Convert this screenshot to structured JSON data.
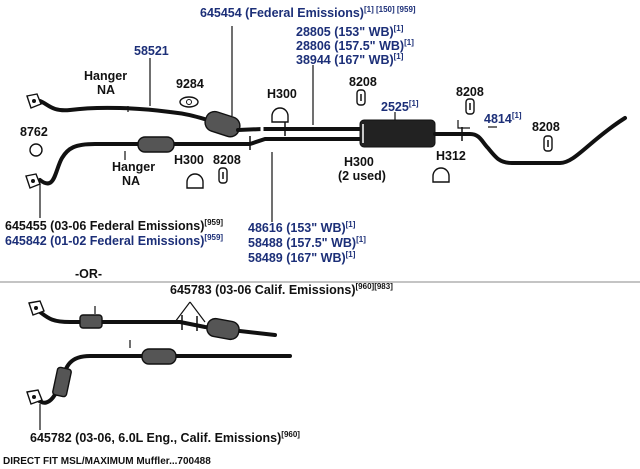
{
  "diagram": {
    "labels": {
      "p645454": "645454 (Federal Emissions)",
      "p645454_refs": "[1] [150] [959]",
      "p58521": "58521",
      "hanger_top": "Hanger",
      "na_top": "NA",
      "p9284": "9284",
      "p28805": "28805 (153\" WB)",
      "p28806": "28806 (157.5\" WB)",
      "p38944": "38944 (167\" WB)",
      "ref1": "[1]",
      "p8208_a": "8208",
      "p8208_b": "8208",
      "p8208_c": "8208",
      "p8208_d": "8208",
      "h300_a": "H300",
      "p2525": "2525",
      "p4814": "4814",
      "p8762": "8762",
      "hanger_mid": "Hanger",
      "na_mid": "NA",
      "h300_b": "H300",
      "h300_c": "H300",
      "two_used": "(2 used)",
      "h312": "H312",
      "p645455": "645455 (03-06 Federal Emissions)",
      "p645842": "645842 (01-02 Federal Emissions)",
      "ref959": "[959]",
      "p48616": "48616 (153\" WB)",
      "p58488": "58488 (157.5\" WB)",
      "p58489": "58489 (167\" WB)",
      "or_label": "-OR-",
      "p645783": "645783 (03-06 Calif. Emissions)",
      "p645783_refs": "[960][983]",
      "p645782": "645782 (03-06, 6.0L Eng., Calif. Emissions)",
      "ref960": "[960]",
      "footer": "DIRECT FIT MSL/MAXIMUM Muffler...700488"
    },
    "icons": [
      "flange-icon",
      "gasket-icon",
      "clamp-icon",
      "hanger-icon",
      "muffler-icon",
      "converter-icon"
    ],
    "colors": {
      "part_blue": "#1c2f78",
      "ink": "#111111",
      "divider": "#888888"
    }
  }
}
